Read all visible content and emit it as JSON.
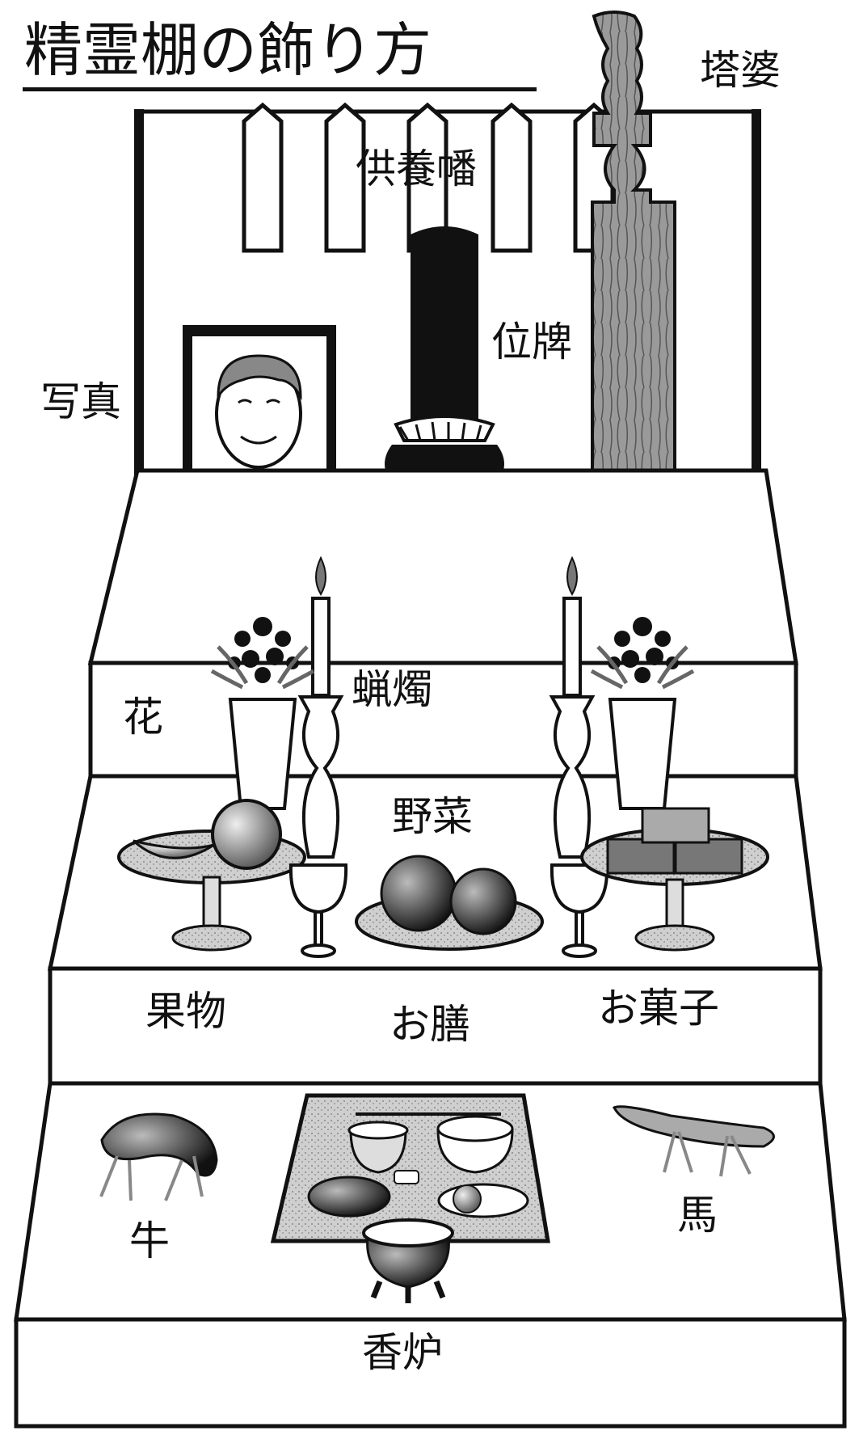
{
  "title": "精霊棚の飾り方",
  "labels": {
    "toba": "塔婆",
    "kuyo_ban": "供養幡",
    "ihai": "位牌",
    "shashin": "写真",
    "hana": "花",
    "rousoku": "蝋燭",
    "yasai": "野菜",
    "kudamono": "果物",
    "ozen": "お膳",
    "okashi": "お菓子",
    "ushi": "牛",
    "uma": "馬",
    "kouro": "香炉"
  }
}
